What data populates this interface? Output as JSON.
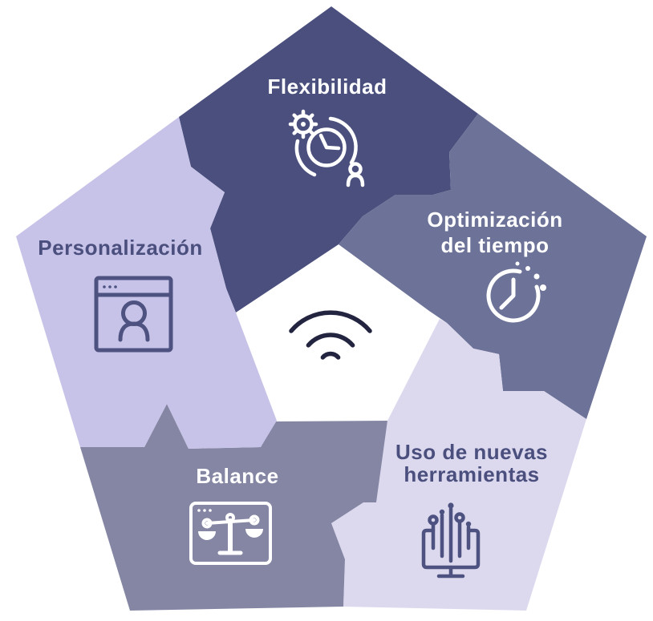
{
  "figure": {
    "type": "pentagon-infographic",
    "background": "#ffffff",
    "center_icon": "wifi-icon",
    "center_icon_color": "#23243f"
  },
  "segments": [
    {
      "id": "flexibilidad",
      "label_lines": [
        "Flexibilidad"
      ],
      "color": "#4a4f7d",
      "text_color": "#ffffff",
      "icon": "gear-clock-person-icon",
      "icon_color": "#ffffff"
    },
    {
      "id": "optimizacion-del-tiempo",
      "label_lines": [
        "Optimización",
        "del tiempo"
      ],
      "color": "#6d7398",
      "text_color": "#ffffff",
      "icon": "clock-icon",
      "icon_color": "#ffffff"
    },
    {
      "id": "uso-de-nuevas-herramientas",
      "label_lines": [
        "Uso de nuevas",
        "herramientas"
      ],
      "color": "#dcd9ef",
      "text_color": "#4a4f7d",
      "icon": "monitor-circuit-icon",
      "icon_color": "#4d5280"
    },
    {
      "id": "balance",
      "label_lines": [
        "Balance"
      ],
      "color": "#8486a4",
      "text_color": "#ffffff",
      "icon": "browser-scale-icon",
      "icon_color": "#ffffff"
    },
    {
      "id": "personalizacion",
      "label_lines": [
        "Personalización"
      ],
      "color": "#c7c2e8",
      "text_color": "#4a4f7d",
      "icon": "browser-person-icon",
      "icon_color": "#4d5280"
    }
  ]
}
